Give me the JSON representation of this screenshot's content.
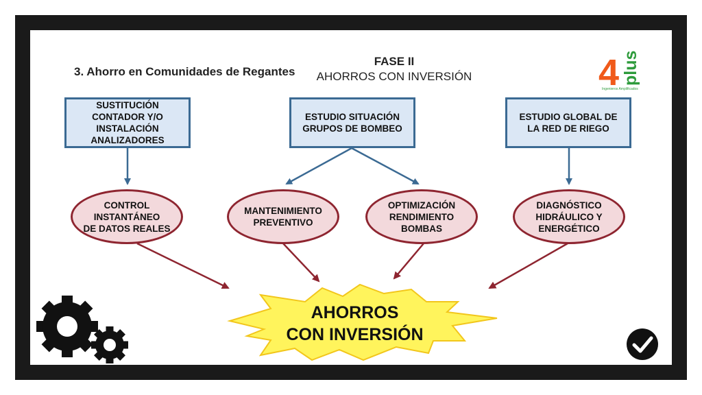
{
  "header": {
    "section_title": "3. Ahorro en Comunidades de Regantes",
    "phase": "FASE II",
    "phase_subtitle": "AHORROS CON INVERSIÓN"
  },
  "logo": {
    "number": "4",
    "word": "plus",
    "tagline": "Ingenieros Amplificados"
  },
  "boxes": {
    "left": [
      "SUSTITUCIÓN",
      "CONTADOR Y/O",
      "INSTALACIÓN",
      "ANALIZADORES"
    ],
    "center": [
      "ESTUDIO SITUACIÓN",
      "GRUPOS DE BOMBEO"
    ],
    "right": [
      "ESTUDIO GLOBAL DE",
      "LA RED DE RIEGO"
    ]
  },
  "ellipses": {
    "control": [
      "CONTROL",
      "INSTANTÁNEO",
      "DE DATOS REALES"
    ],
    "mantenimiento": [
      "MANTENIMIENTO",
      "PREVENTIVO"
    ],
    "optimizacion": [
      "OPTIMIZACIÓN",
      "RENDIMIENTO",
      "BOMBAS"
    ],
    "diagnostico": [
      "DIAGNÓSTICO",
      "HIDRÁULICO Y",
      "ENERGÉTICO"
    ]
  },
  "result": [
    "AHORROS",
    "CON INVERSIÓN"
  ],
  "icons": {
    "gears": "gears-icon",
    "check": "check-circle-icon"
  },
  "colors": {
    "box_fill": "#dbe7f5",
    "box_border": "#3b6a93",
    "ellipse_fill": "#f3d9dc",
    "ellipse_border": "#8e2530",
    "star_fill": "#fff45c",
    "logo_orange": "#f05a1a",
    "logo_green": "#2e9b3c"
  }
}
